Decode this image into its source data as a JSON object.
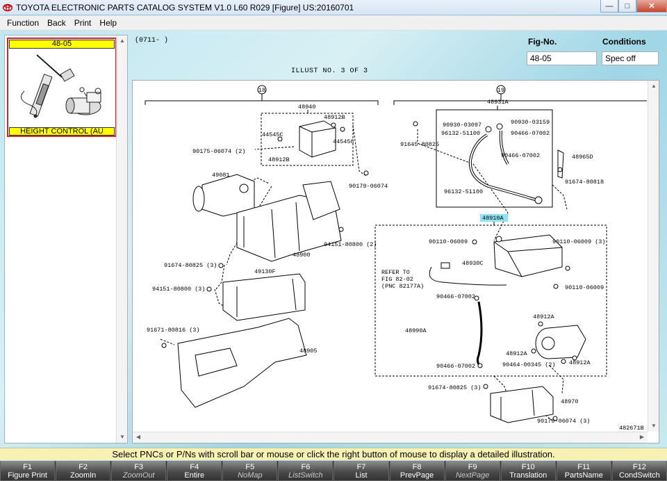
{
  "window": {
    "title": "TOYOTA ELECTRONIC PARTS CATALOG SYSTEM V1.0 L60 R029 [Figure] US:20160701",
    "controls": [
      "minimize-icon",
      "restore-icon",
      "close-icon"
    ]
  },
  "menu": {
    "items": [
      "Function",
      "Back",
      "Print",
      "Help"
    ]
  },
  "thumbnail": {
    "fig_no": "48-05",
    "caption": "HEIGHT CONTROL (AU"
  },
  "header": {
    "date_range": "(0711-     )",
    "fig_label": "Fig-No.",
    "fig_value": "48-05",
    "conditions_label": "Conditions",
    "conditions_value": "Spec off",
    "illust": "ILLUST NO. 3 OF 3"
  },
  "diagram": {
    "callout_left": "18",
    "callout_right": "19",
    "labels": {
      "p48940": "48940",
      "p48912b_a": "48912B",
      "p44545c_a": "44545C",
      "p44545c_b": "44545C",
      "p90175": "90175-06074 (2)",
      "p48912b_b": "48912B",
      "p90179_a": "90179-06074",
      "p49081": "49081",
      "p94151_a": "94151-80800 (2)",
      "p48900": "48900",
      "p91674_a": "91674-80825 (3)",
      "p49130f": "49130F",
      "p94151_b": "94151-80800 (3)",
      "p91671": "91671-80816 (3)",
      "p48905": "48905",
      "p48931a": "48931A",
      "p90930_a": "90930-03097",
      "p90930_b": "90930-03159",
      "p96132_a": "96132-51100",
      "p90466_a": "90466-07002",
      "p91645": "91645-80825",
      "p90466_b": "90466-07002",
      "p48965d": "48965D",
      "p91674_b": "91674-80818",
      "p96132_b": "96132-51100",
      "p48910a": "48910A",
      "p90110_a": "90110-06009",
      "p90110_b": "90110-06009 (3)",
      "p48930c": "48930C",
      "p90110_c": "90110-06009",
      "refer1": "REFER TO",
      "refer2": "FIG 82-02",
      "refer3": "(PNC 82177A)",
      "p90466_c": "90466-07002",
      "p48990a": "48990A",
      "p48912a_a": "48912A",
      "p48912a_b": "48912A",
      "p90466_d": "90466-07002",
      "p90466_e": "90464-00345 (2)",
      "p48912a_c": "48912A",
      "p91674_c": "91674-80825 (3)",
      "p48970": "48970",
      "p90179_b": "90179-06074 (3)",
      "illus_id": "482671B"
    }
  },
  "status": "Select PNCs or P/Ns with scroll bar or mouse or click the right button of mouse to display a detailed illustration.",
  "fkeys": [
    {
      "key": "F1",
      "label": "Figure Print"
    },
    {
      "key": "F2",
      "label": "ZoomIn"
    },
    {
      "key": "F3",
      "label": "ZoomOut"
    },
    {
      "key": "F4",
      "label": "Entire"
    },
    {
      "key": "F5",
      "label": "NoMap"
    },
    {
      "key": "F6",
      "label": "ListSwitch"
    },
    {
      "key": "F7",
      "label": "List"
    },
    {
      "key": "F8",
      "label": "PrevPage"
    },
    {
      "key": "F9",
      "label": "NextPage"
    },
    {
      "key": "F10",
      "label": "Translation"
    },
    {
      "key": "F11",
      "label": "PartsName"
    },
    {
      "key": "F12",
      "label": "CondSwitch"
    }
  ]
}
